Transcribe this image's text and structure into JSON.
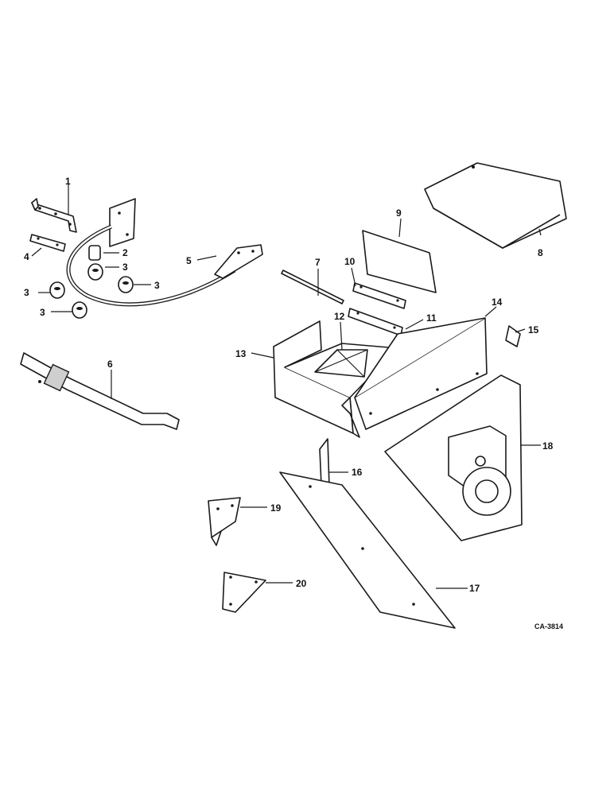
{
  "drawing_ref": "CA-3814",
  "callouts": [
    {
      "id": "p1",
      "label": "1"
    },
    {
      "id": "p2",
      "label": "2"
    },
    {
      "id": "p3a",
      "label": "3"
    },
    {
      "id": "p3b",
      "label": "3"
    },
    {
      "id": "p3c",
      "label": "3"
    },
    {
      "id": "p3d",
      "label": "3"
    },
    {
      "id": "p4",
      "label": "4"
    },
    {
      "id": "p5",
      "label": "5"
    },
    {
      "id": "p6",
      "label": "6"
    },
    {
      "id": "p7",
      "label": "7"
    },
    {
      "id": "p8",
      "label": "8"
    },
    {
      "id": "p9",
      "label": "9"
    },
    {
      "id": "p10",
      "label": "10"
    },
    {
      "id": "p11",
      "label": "11"
    },
    {
      "id": "p12",
      "label": "12"
    },
    {
      "id": "p13",
      "label": "13"
    },
    {
      "id": "p14",
      "label": "14"
    },
    {
      "id": "p15",
      "label": "15"
    },
    {
      "id": "p16",
      "label": "16"
    },
    {
      "id": "p17",
      "label": "17"
    },
    {
      "id": "p18",
      "label": "18"
    },
    {
      "id": "p19",
      "label": "19"
    },
    {
      "id": "p20",
      "label": "20"
    }
  ]
}
